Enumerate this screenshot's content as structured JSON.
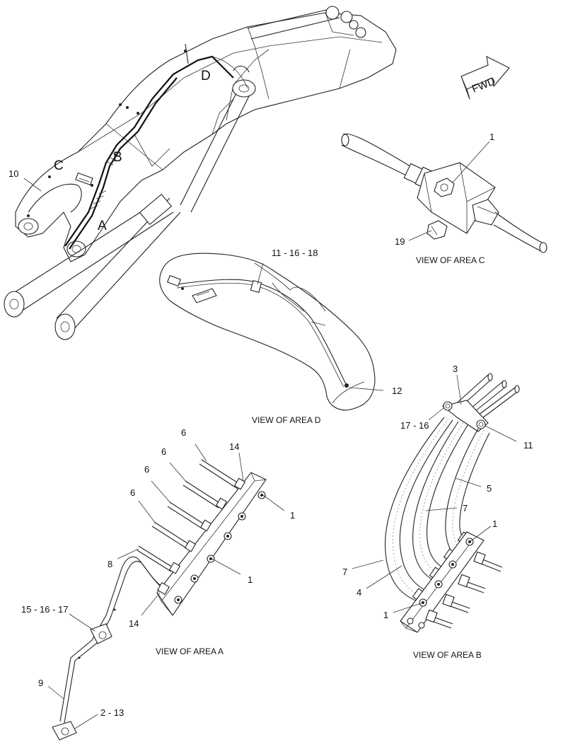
{
  "fwd": {
    "label": "FWD"
  },
  "area_markers": {
    "a": "A",
    "b": "B",
    "c": "C",
    "d": "D"
  },
  "captions": {
    "view_c": "VIEW OF AREA C",
    "view_d": "VIEW OF AREA D",
    "view_a": "VIEW OF AREA A",
    "view_b": "VIEW OF AREA B"
  },
  "callouts": {
    "main_10": "10",
    "c_1": "1",
    "c_19": "19",
    "d_11_16_18": "11 - 16 - 18",
    "d_12": "12",
    "a_6_1": "6",
    "a_6_2": "6",
    "a_6_3": "6",
    "a_6_4": "6",
    "a_14_top": "14",
    "a_1_top": "1",
    "a_8": "8",
    "a_1_mid": "1",
    "a_15_16_17": "15 - 16 - 17",
    "a_14_bot": "14",
    "a_9": "9",
    "a_2_13": "2 - 13",
    "b_3": "3",
    "b_17_16": "17 - 16",
    "b_11": "11",
    "b_5": "5",
    "b_7_right": "7",
    "b_1_right": "1",
    "b_7_left": "7",
    "b_4": "4",
    "b_1_left": "1"
  }
}
